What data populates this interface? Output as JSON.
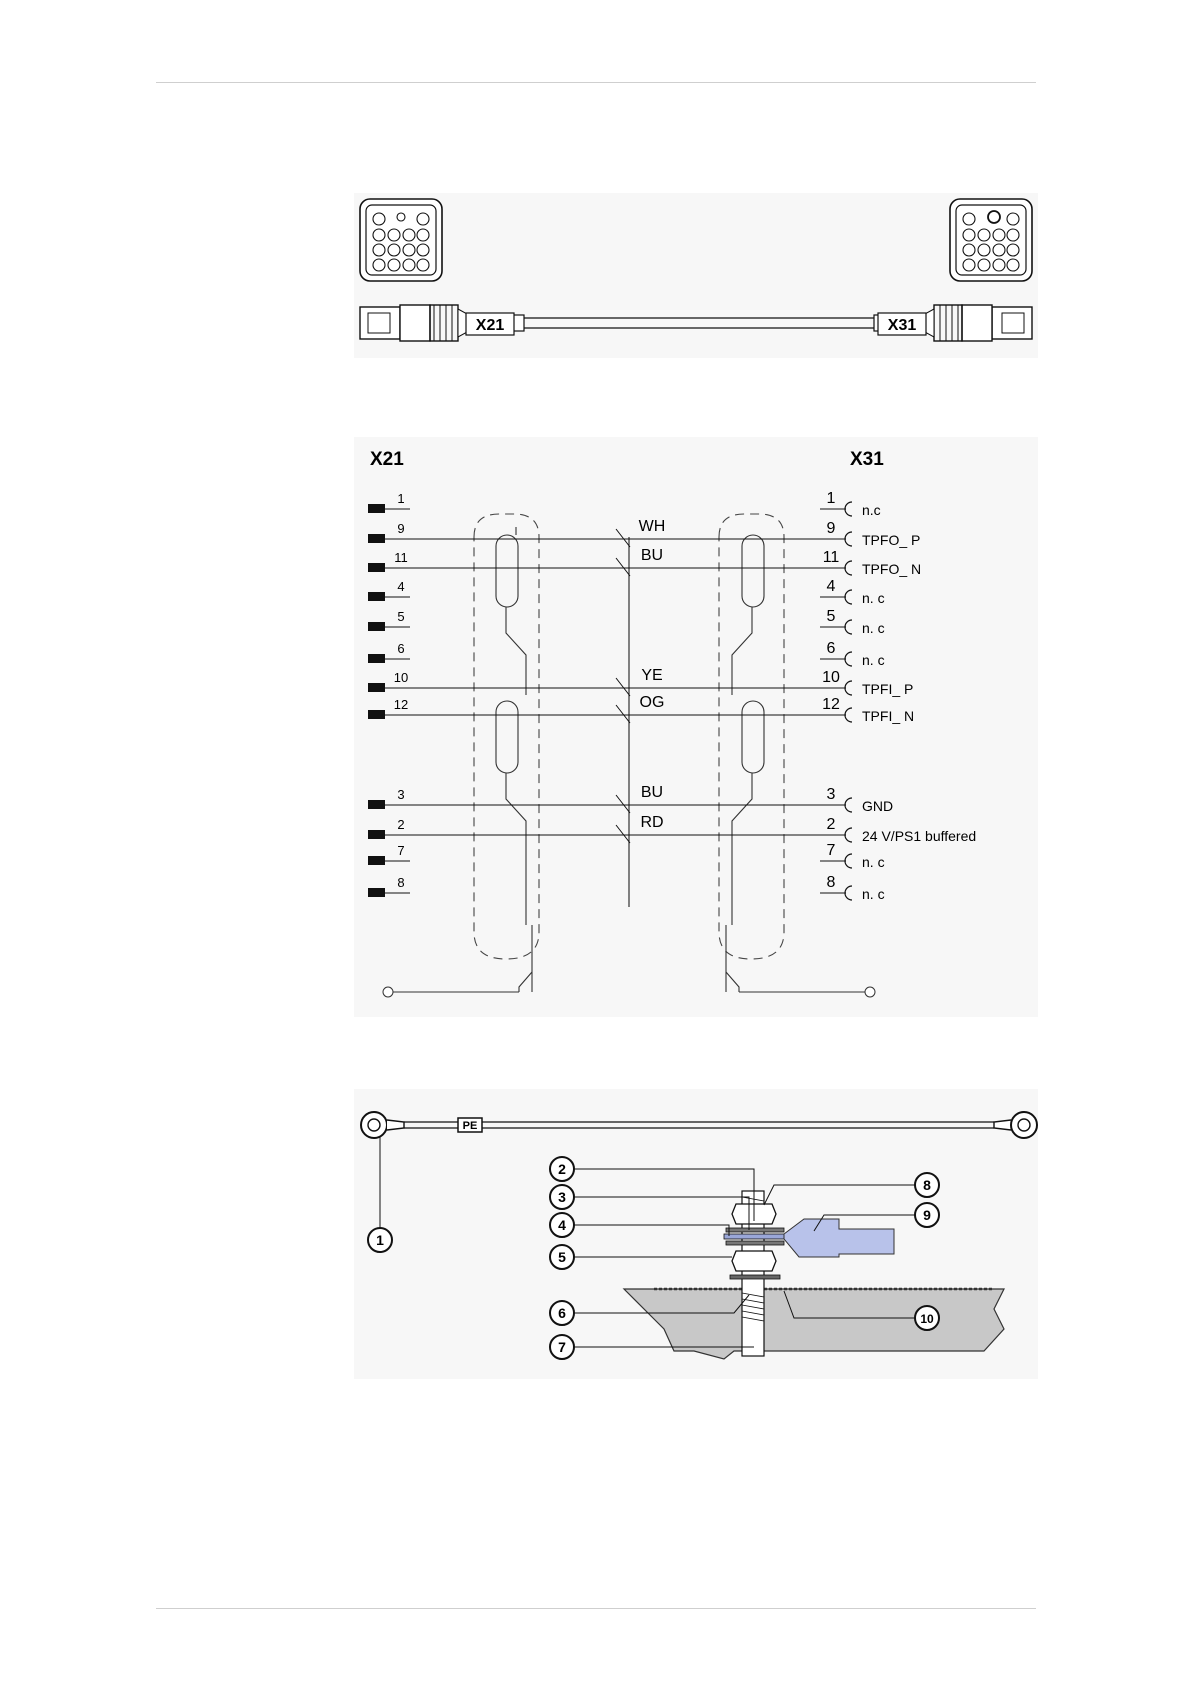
{
  "cable_drawing": {
    "left_connector_label": "X21",
    "right_connector_label": "X31"
  },
  "wiring": {
    "left_header": "X21",
    "right_header": "X31",
    "left_pins": [
      "1",
      "9",
      "11",
      "4",
      "5",
      "6",
      "10",
      "12",
      "3",
      "2",
      "7",
      "8"
    ],
    "right_pins": [
      {
        "pin": "1",
        "signal": "n.c"
      },
      {
        "pin": "9",
        "signal": "TPFO_ P"
      },
      {
        "pin": "11",
        "signal": "TPFO_ N"
      },
      {
        "pin": "4",
        "signal": "n. c"
      },
      {
        "pin": "5",
        "signal": "n. c"
      },
      {
        "pin": "6",
        "signal": "n. c"
      },
      {
        "pin": "10",
        "signal": "TPFI_ P"
      },
      {
        "pin": "12",
        "signal": "TPFI_ N"
      },
      {
        "pin": "3",
        "signal": "GND"
      },
      {
        "pin": "2",
        "signal": "24 V/PS1 buffered"
      },
      {
        "pin": "7",
        "signal": "n. c"
      },
      {
        "pin": "8",
        "signal": "n. c"
      }
    ],
    "wires": [
      {
        "left_pin": "9",
        "right_pin": "9",
        "color": "WH"
      },
      {
        "left_pin": "11",
        "right_pin": "11",
        "color": "BU"
      },
      {
        "left_pin": "10",
        "right_pin": "10",
        "color": "YE"
      },
      {
        "left_pin": "12",
        "right_pin": "12",
        "color": "OG"
      },
      {
        "left_pin": "3",
        "right_pin": "3",
        "color": "BU"
      },
      {
        "left_pin": "2",
        "right_pin": "2",
        "color": "RD"
      }
    ]
  },
  "grounding": {
    "cable_label": "PE",
    "callouts": [
      "1",
      "2",
      "3",
      "4",
      "5",
      "6",
      "7",
      "8",
      "9",
      "10"
    ]
  }
}
